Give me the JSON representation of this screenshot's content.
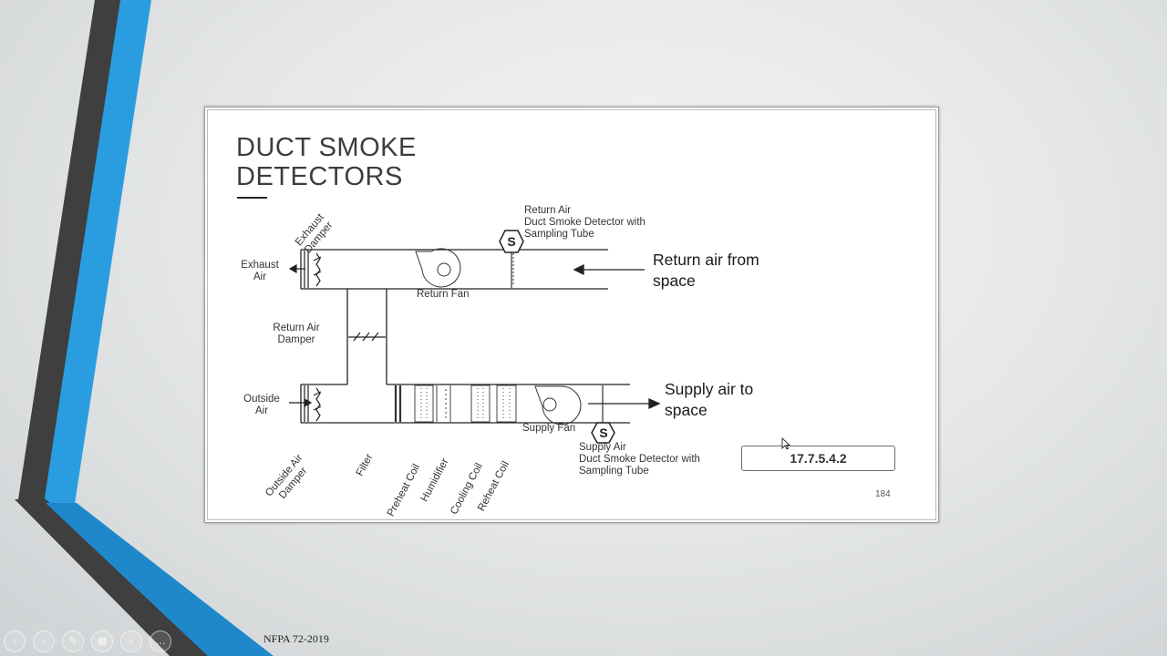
{
  "slide": {
    "title_line1": "DUCT SMOKE",
    "title_line2": "DETECTORS",
    "labels": {
      "exhaust_damper": "Exhaust\nDamper",
      "exhaust_air": "Exhaust\nAir",
      "return_air_damper": "Return Air\nDamper",
      "outside_air": "Outside\nAir",
      "outside_air_damper": "Outside Air\nDamper",
      "return_fan": "Return Fan",
      "supply_fan": "Supply Fan",
      "return_detector": "Return Air\nDuct Smoke Detector with\nSampling Tube",
      "supply_detector": "Supply Air\nDuct Smoke Detector with\nSampling Tube",
      "filter": "Filter",
      "preheat_coil": "Preheat Coil",
      "humidifier": "Humidifier",
      "cooling_coil": "Cooling Coil",
      "reheat_coil": "Reheat Coil",
      "detector_symbol": "S"
    },
    "return_air_from": "Return air from\nspace",
    "supply_air_to": "Supply air to\nspace",
    "section_ref": "17.7.5.4.2",
    "page_number": "184"
  },
  "footer": {
    "text": "NFPA 72-2019"
  },
  "nav": {
    "prev_icon": "‹",
    "next_icon": "›",
    "pen_icon": "✎",
    "slides_icon": "▦",
    "zoom_icon": "⌕",
    "more_icon": "…"
  },
  "colors": {
    "accent_blue": "#2a9de0",
    "stripe_dark": "#4a4a4a"
  }
}
